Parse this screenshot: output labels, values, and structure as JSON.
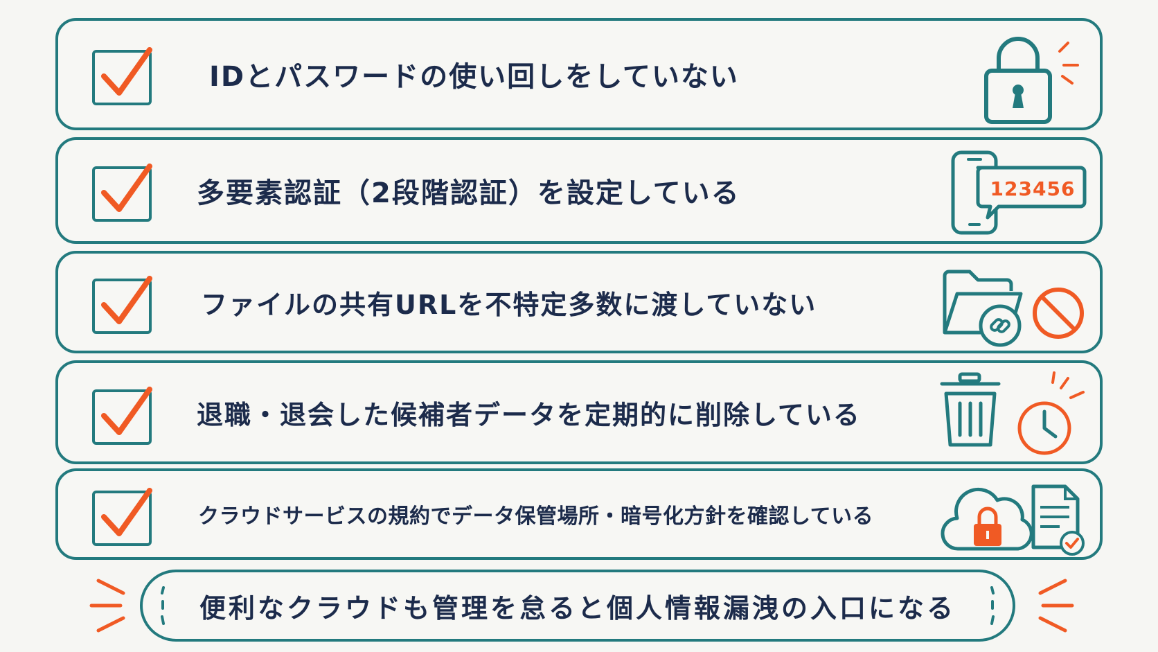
{
  "checklist": {
    "items": [
      {
        "text": "IDとパスワードの使い回しをしていない",
        "icon": "padlock-icon"
      },
      {
        "text": "多要素認証（2段階認証）を設定している",
        "icon": "phone-code-icon",
        "code": "123456"
      },
      {
        "text": "ファイルの共有URLを不特定多数に渡していない",
        "icon": "folder-link-prohibited-icon"
      },
      {
        "text": "退職・退会した候補者データを定期的に削除している",
        "icon": "trash-clock-icon"
      },
      {
        "text": "クラウドサービスの規約でデータ保管場所・暗号化方針を確認している",
        "icon": "cloud-lock-document-icon"
      }
    ]
  },
  "footer": {
    "message": "便利なクラウドも管理を怠ると個人情報漏洩の入口になる"
  },
  "colors": {
    "frame": "#237a7e",
    "accent": "#f05a24",
    "text": "#1c2b4b",
    "background": "#f6f6f3"
  }
}
